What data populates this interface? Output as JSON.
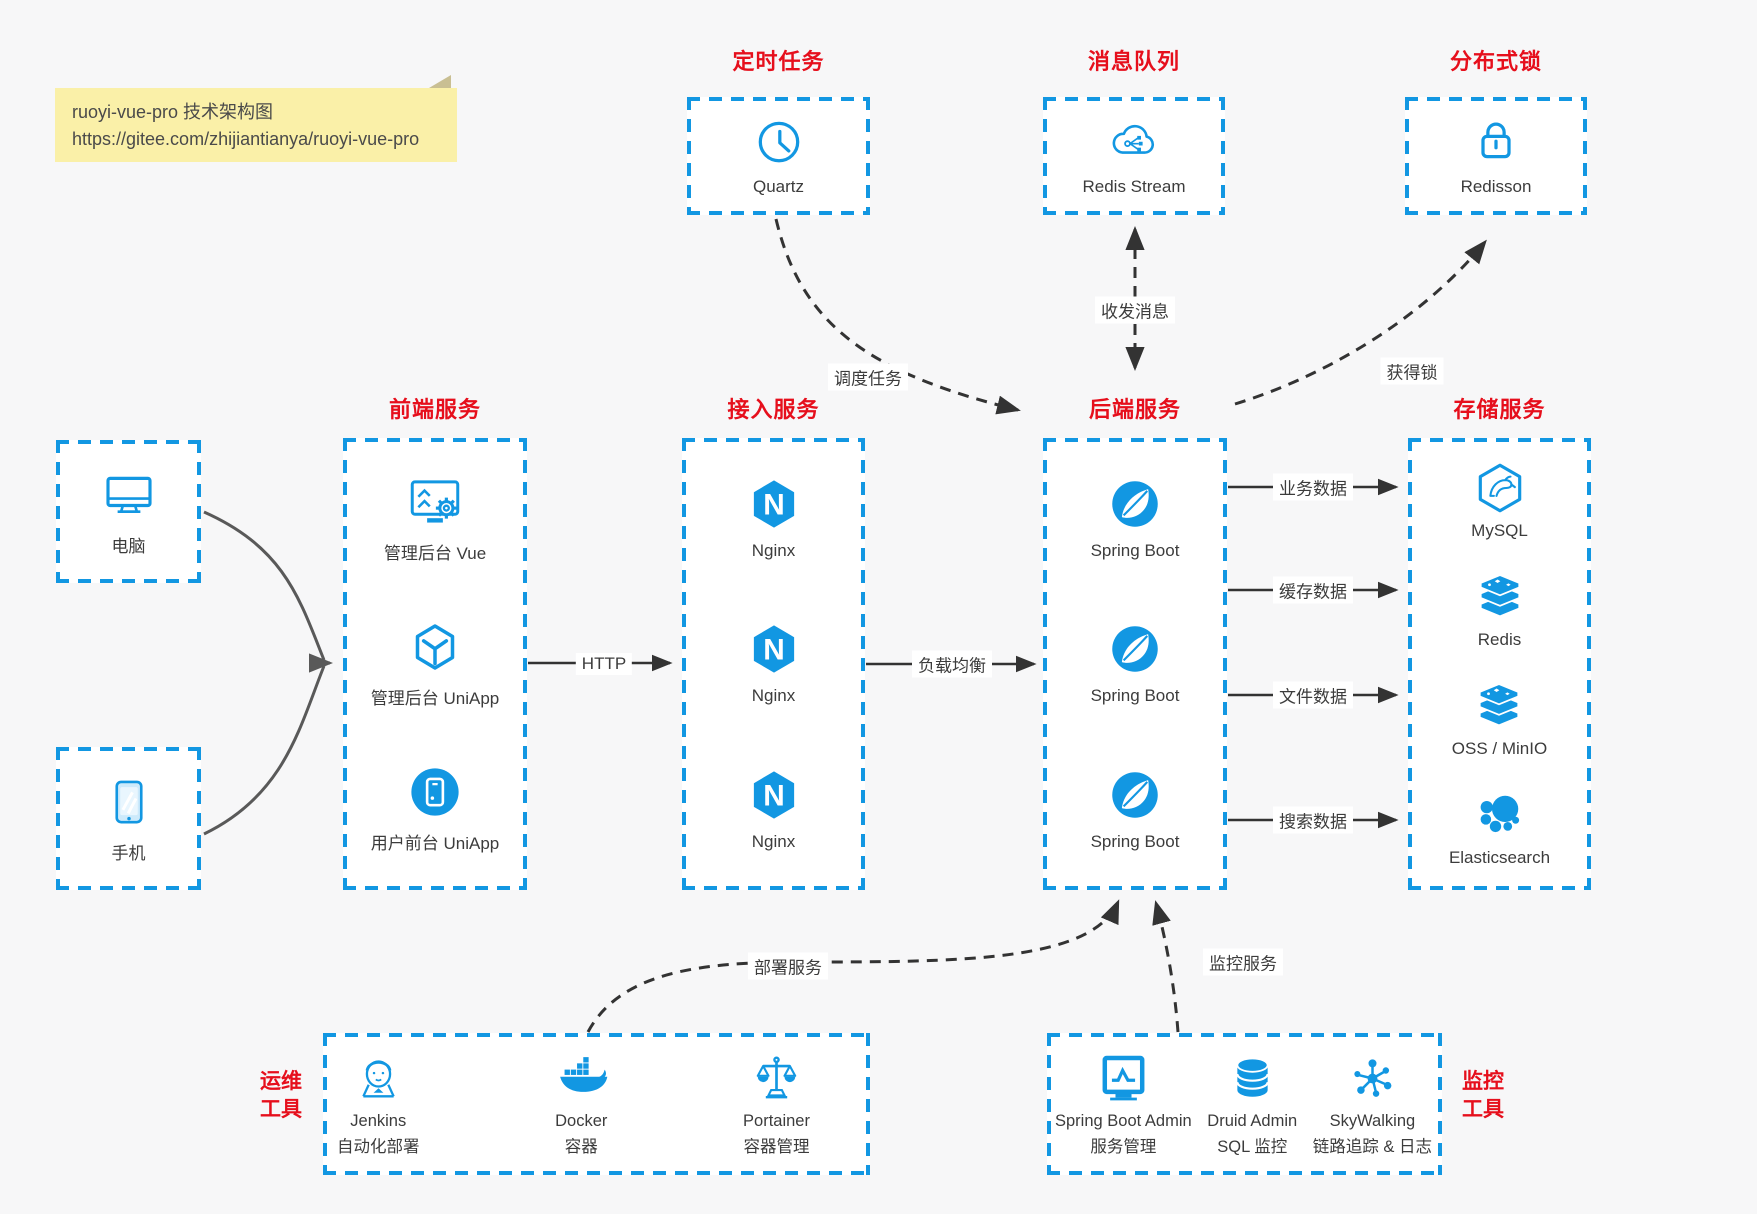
{
  "note": {
    "line1": "ruoyi-vue-pro 技术架构图",
    "line2": "https://gitee.com/zhijiantianya/ruoyi-vue-pro"
  },
  "colors": {
    "accent": "#1297e2",
    "red": "#e60f1c",
    "ink": "#3c3c3c",
    "arrow": "#333333",
    "note_bg": "#faf0a8",
    "page_bg": "#f7f7f8",
    "box_bg": "#ffffff"
  },
  "top_groups": [
    {
      "title": "定时任务",
      "item": {
        "icon": "clock-icon",
        "label": "Quartz"
      }
    },
    {
      "title": "消息队列",
      "item": {
        "icon": "cloud-share-icon",
        "label": "Redis Stream"
      }
    },
    {
      "title": "分布式锁",
      "item": {
        "icon": "lock-icon",
        "label": "Redisson"
      }
    }
  ],
  "devices": [
    {
      "icon": "desktop-icon",
      "label": "电脑"
    },
    {
      "icon": "smartphone-icon",
      "label": "手机"
    }
  ],
  "main_groups": [
    {
      "title": "前端服务",
      "items": [
        {
          "icon": "admin-vue-icon",
          "label": "管理后台 Vue"
        },
        {
          "icon": "uniapp-cube-icon",
          "label": "管理后台 UniApp"
        },
        {
          "icon": "user-app-icon",
          "label": "用户前台 UniApp"
        }
      ]
    },
    {
      "title": "接入服务",
      "items": [
        {
          "icon": "nginx-icon",
          "label": "Nginx"
        },
        {
          "icon": "nginx-icon",
          "label": "Nginx"
        },
        {
          "icon": "nginx-icon",
          "label": "Nginx"
        }
      ]
    },
    {
      "title": "后端服务",
      "items": [
        {
          "icon": "spring-boot-icon",
          "label": "Spring Boot"
        },
        {
          "icon": "spring-boot-icon",
          "label": "Spring Boot"
        },
        {
          "icon": "spring-boot-icon",
          "label": "Spring Boot"
        }
      ]
    },
    {
      "title": "存储服务",
      "items": [
        {
          "icon": "mysql-icon",
          "label": "MySQL"
        },
        {
          "icon": "redis-icon",
          "label": "Redis"
        },
        {
          "icon": "oss-icon",
          "label": "OSS / MinIO"
        },
        {
          "icon": "elasticsearch-icon",
          "label": "Elasticsearch"
        }
      ]
    }
  ],
  "bottom_groups": [
    {
      "title_line1": "运维",
      "title_line2": "工具",
      "items": [
        {
          "icon": "jenkins-icon",
          "label": "Jenkins",
          "sublabel": "自动化部署"
        },
        {
          "icon": "docker-icon",
          "label": "Docker",
          "sublabel": "容器"
        },
        {
          "icon": "portainer-icon",
          "label": "Portainer",
          "sublabel": "容器管理"
        }
      ]
    },
    {
      "title_line1": "监控",
      "title_line2": "工具",
      "items": [
        {
          "icon": "spring-boot-admin-icon",
          "label": "Spring Boot Admin",
          "sublabel": "服务管理"
        },
        {
          "icon": "druid-icon",
          "label": "Druid Admin",
          "sublabel": "SQL 监控"
        },
        {
          "icon": "skywalking-icon",
          "label": "SkyWalking",
          "sublabel": "链路追踪 & 日志"
        }
      ]
    }
  ],
  "edge_labels": {
    "http": "HTTP",
    "load_balance": "负载均衡",
    "schedule_job": "调度任务",
    "send_receive_msg": "收发消息",
    "acquire_lock": "获得锁",
    "business_data": "业务数据",
    "cache_data": "缓存数据",
    "file_data": "文件数据",
    "search_data": "搜索数据",
    "deploy_service": "部署服务",
    "monitor_service": "监控服务"
  }
}
